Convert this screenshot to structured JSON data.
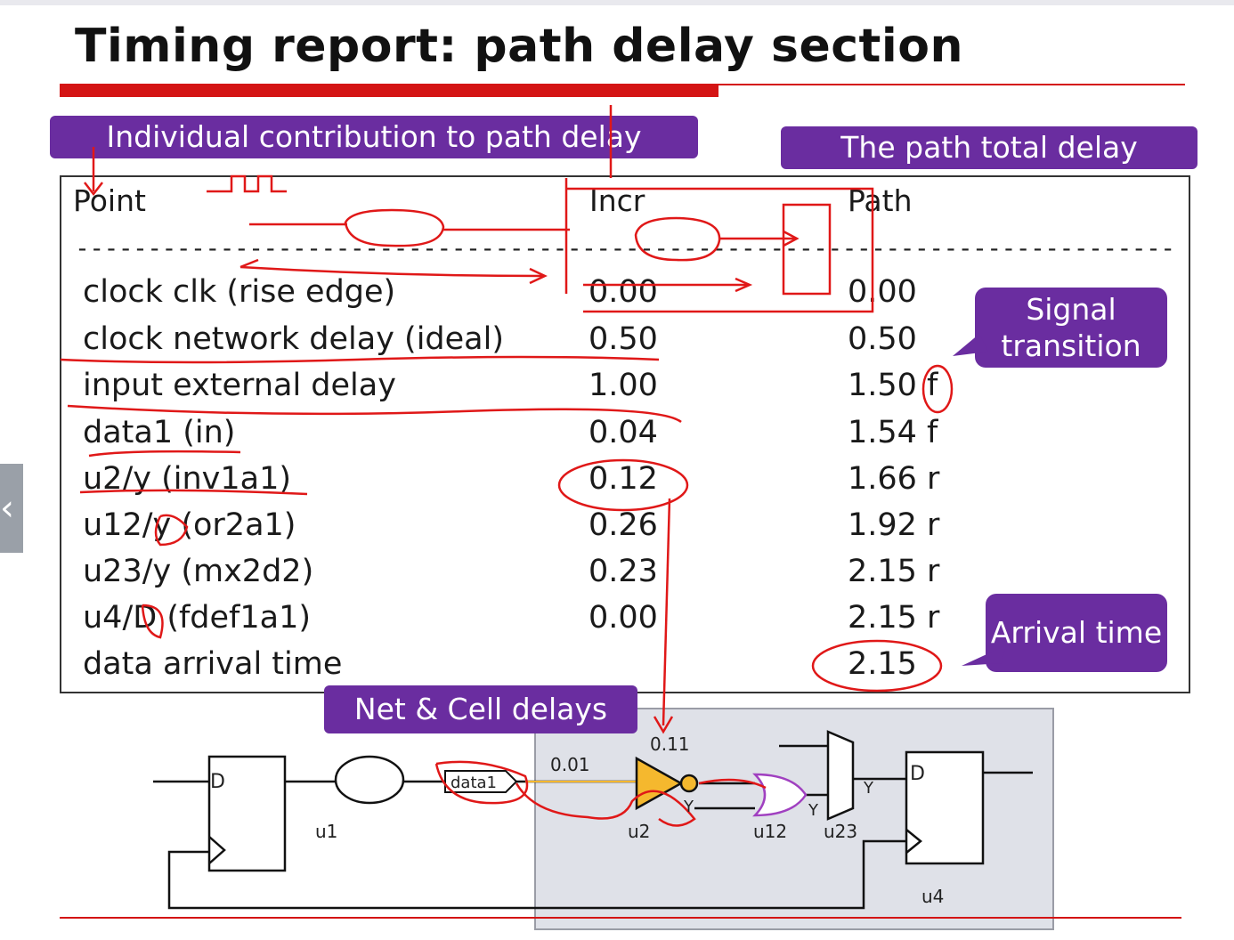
{
  "slide": {
    "title": "Timing report: path delay section"
  },
  "callouts": {
    "individual": "Individual contribution to path delay",
    "total": "The path total delay",
    "signal": "Signal transition",
    "arrival": "Arrival time",
    "netcell": "Net & Cell delays"
  },
  "report": {
    "headers": {
      "point": "Point",
      "incr": "Incr",
      "path": "Path"
    },
    "dashes": "----------------------------------------------------------------------------",
    "rows": [
      {
        "point": "clock clk (rise edge)",
        "incr": "0.00",
        "path": "0.00"
      },
      {
        "point": "clock network delay (ideal)",
        "incr": "0.50",
        "path": "0.50"
      },
      {
        "point": "input external delay",
        "incr": "1.00",
        "path": "1.50 f"
      },
      {
        "point": "data1 (in)",
        "incr": "0.04",
        "path": "1.54 f"
      },
      {
        "point": "u2/y (inv1a1)",
        "incr": "0.12",
        "path": "1.66 r"
      },
      {
        "point": "u12/y (or2a1)",
        "incr": "0.26",
        "path": "1.92 r"
      },
      {
        "point": "u23/y (mx2d2)",
        "incr": "0.23",
        "path": "2.15 r"
      },
      {
        "point": "u4/D (fdef1a1)",
        "incr": "0.00",
        "path": "2.15 r"
      },
      {
        "point": "data arrival time",
        "incr": "",
        "path": "2.15"
      }
    ]
  },
  "schematic": {
    "u1": "u1",
    "u2": "u2",
    "u12": "u12",
    "u23": "u23",
    "u4": "u4",
    "data1": "data1",
    "net_delay": "0.01",
    "cell_delay": "0.11",
    "pin_d_ff1": "D",
    "pin_d_u4": "D",
    "pin_y_u2": "Y",
    "pin_y_u12": "Y",
    "pin_y_u23": "Y"
  },
  "colors": {
    "purple": "#6a2da0",
    "red": "#d41414",
    "annotation_red": "#e01818",
    "inverter_fill": "#f5b82e"
  },
  "nav": {
    "prev_icon": "chevron-left-icon"
  }
}
